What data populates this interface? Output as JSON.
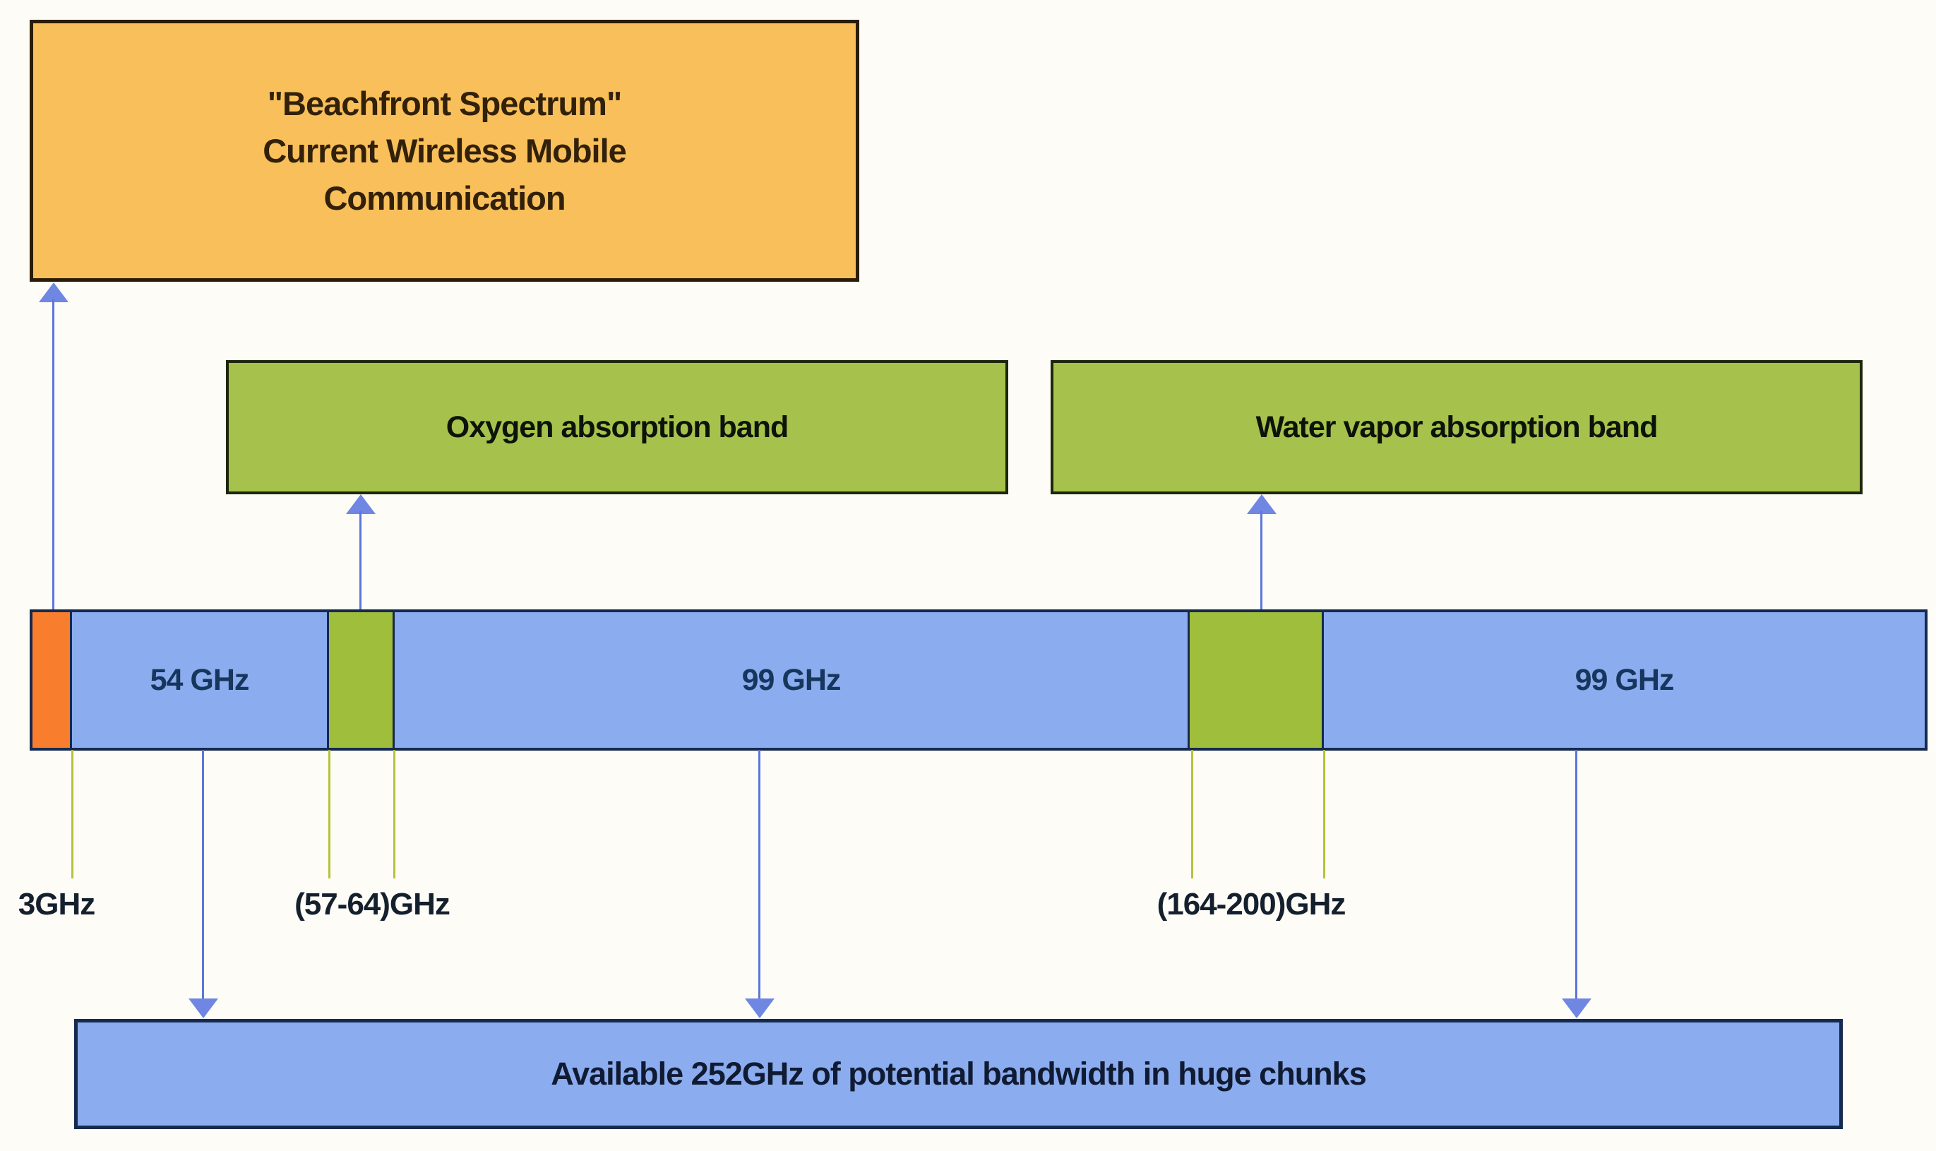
{
  "beachfront_box": {
    "line1": "\"Beachfront Spectrum\"",
    "line2": "Current Wireless Mobile",
    "line3": "Communication"
  },
  "oxygen_box_label": "Oxygen absorption band",
  "water_vapor_box_label": "Water vapor absorption band",
  "spectrum_bar": {
    "seg_54": "54 GHz",
    "seg_99a": "99 GHz",
    "seg_99b": "99 GHz"
  },
  "callouts": {
    "start_freq": "3GHz",
    "oxygen_range": "(57-64)GHz",
    "water_range": "(164-200)GHz"
  },
  "bottom_box_label": "Available 252GHz of potential bandwidth in huge chunks",
  "colors": {
    "beachfront_fill": "#F9BF5A",
    "bar_blue_fill": "#8BADEF",
    "absorption_green_fill": "#A6C24C",
    "bar_green_fill": "#9FBE3C",
    "bar_orange_fill": "#F87E2E",
    "dark_border": "#16294E",
    "arrow_blue": "#5B76DC",
    "callout_line_yellow": "#B5C33B"
  }
}
